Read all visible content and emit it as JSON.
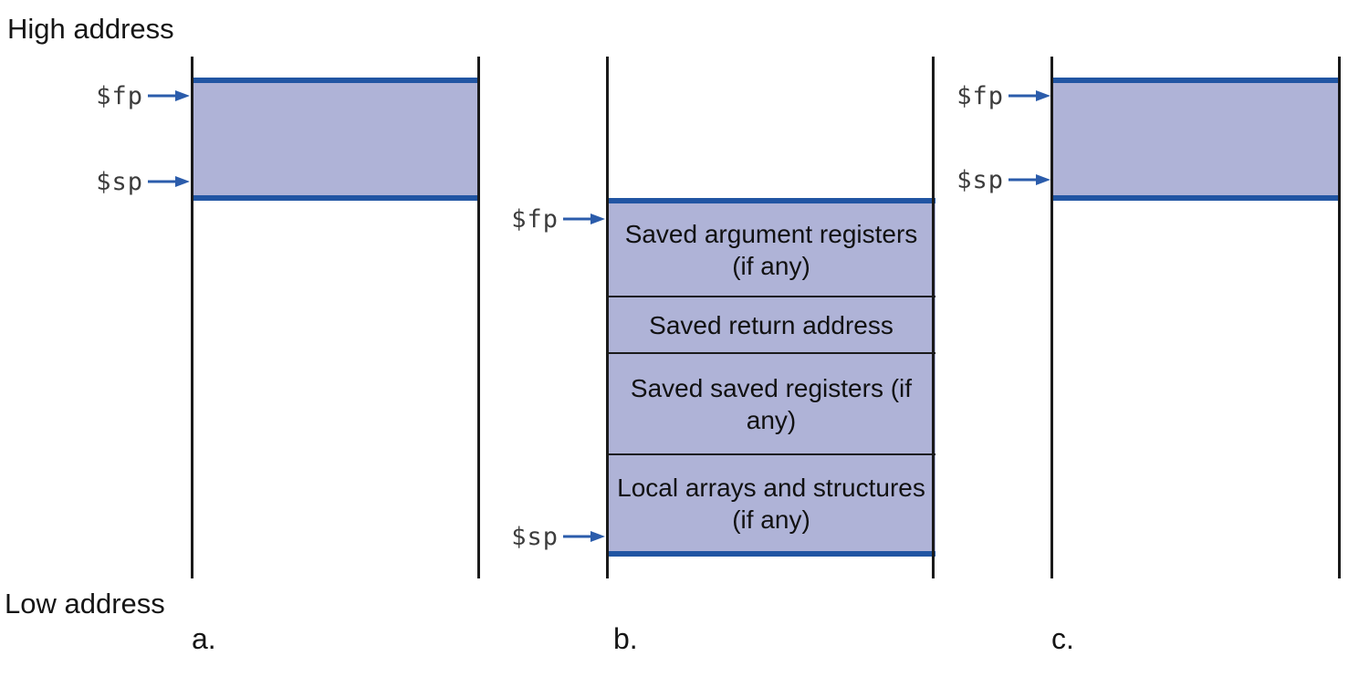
{
  "labels": {
    "high_address": "High address",
    "low_address": "Low address"
  },
  "registers": {
    "fp": "$fp",
    "sp": "$sp"
  },
  "panels": {
    "a": {
      "letter": "a."
    },
    "b": {
      "letter": "b.",
      "sections": [
        "Saved argument registers (if any)",
        "Saved return address",
        "Saved saved registers (if any)",
        "Local arrays and structures (if any)"
      ]
    },
    "c": {
      "letter": "c."
    }
  },
  "colors": {
    "fill": "#afb3d7",
    "edge": "#2155a3",
    "line": "#1a1a1a",
    "arrow": "#2b5cab"
  }
}
